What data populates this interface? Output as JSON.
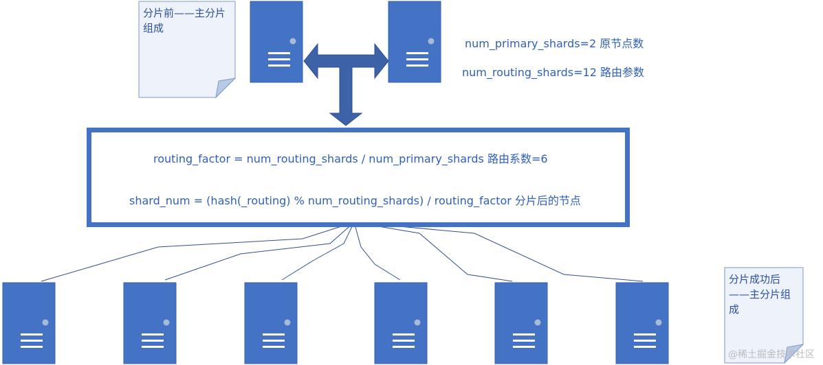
{
  "note_top": "分片前——主分片组成",
  "note_bottom": "分片成功后——主分片组成",
  "params": {
    "line1": "num_primary_shards=2 原节点数",
    "line2": "num_routing_shards=12 路由参数"
  },
  "formula": {
    "line1": "routing_factor = num_routing_shards / num_primary_shards 路由系数=6",
    "line2": "shard_num = (hash(_routing) % num_routing_shards) / routing_factor 分片后的节点"
  },
  "watermark": "@稀土掘金技术社区",
  "colors": {
    "server_fill": "#4472c4",
    "server_dark": "#3a66b4",
    "arrow": "#3d62a8",
    "text": "#2f5fb8",
    "note_fill": "#eef3fb"
  },
  "icons": [
    "server-icon",
    "document-note-icon",
    "double-arrow-icon"
  ]
}
